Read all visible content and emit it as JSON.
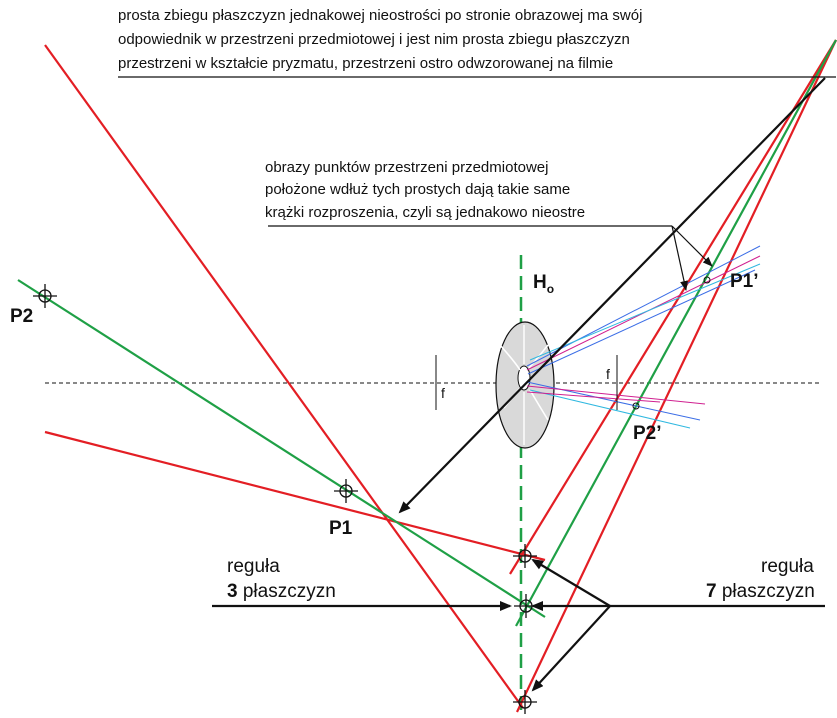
{
  "annotations": {
    "top_note": [
      "prosta zbiegu płaszczyzn jednakowej nieostrości po stronie obrazowej ma swój",
      "odpowiednik w przestrzeni przedmiotowej i jest nim prosta zbiegu płaszczyzn",
      "przestrzeni w kształcie pryzmatu, przestrzeni ostro odwzorowanej na filmie"
    ],
    "middle_note": [
      "obrazy punktów przestrzeni przedmiotowej",
      "położone wdłuż tych prostych dają takie same",
      "krążki rozproszenia, czyli są jednakowo nieostre"
    ]
  },
  "labels": {
    "h0_main": "H",
    "h0_sub": "o",
    "p2": "P2",
    "p1": "P1",
    "p1_prime": "P1’",
    "p2_prime": "P2’",
    "f_left": "f",
    "f_right": "f"
  },
  "rules": {
    "left_line1": "reguła",
    "left_num": "3",
    "left_word": " płaszczyzn",
    "right_line1": "reguła",
    "right_num": "7",
    "right_word": " płaszczyzn"
  },
  "colors": {
    "red": "#e31e24",
    "green": "#1fa046",
    "black": "#111111",
    "lens_fill": "#d9d9d9",
    "blue": "#3c6ee6",
    "magenta": "#d02090",
    "cyan": "#30b8e0"
  }
}
